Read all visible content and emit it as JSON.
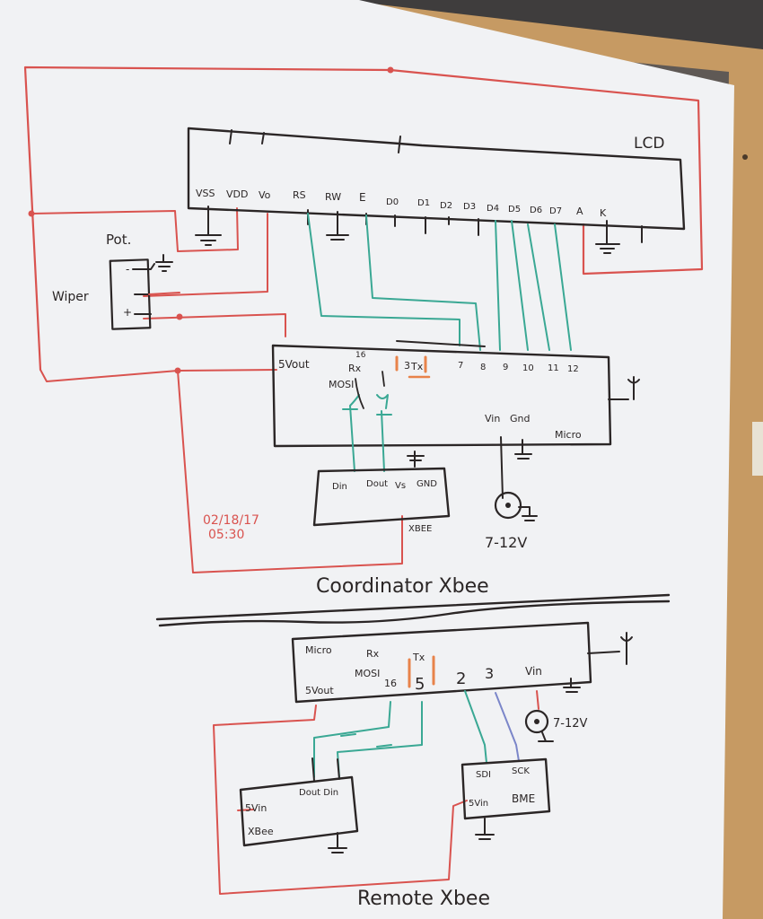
{
  "coordinator": {
    "lcd": {
      "title": "LCD",
      "pins": [
        "VSS",
        "VDD",
        "Vo",
        "RS",
        "RW",
        "E",
        "D0",
        "D1",
        "D2",
        "D3",
        "D4",
        "D5",
        "D6",
        "D7",
        "A",
        "K"
      ]
    },
    "pot": {
      "label": "Pot.",
      "wiper": "Wiper",
      "minus": "-",
      "plus": "+"
    },
    "micro": {
      "label": "Micro",
      "five_vout": "5Vout",
      "pin16": "16",
      "rx": "Rx",
      "mosi": "MOSI",
      "tx_pin": "3",
      "tx": "Tx",
      "pin7": "7",
      "pin8": "8",
      "pin9": "9",
      "pin10": "10",
      "pin11": "11",
      "pin12": "12",
      "vin": "Vin",
      "gnd": "Gnd"
    },
    "xbee": {
      "din": "Din",
      "dout": "Dout",
      "vs": "Vs",
      "gnd": "GND",
      "label": "XBEE"
    },
    "supply": "7-12V",
    "date": "02/18/17",
    "time": "05:30",
    "caption": "Coordinator Xbee"
  },
  "remote": {
    "micro": {
      "label": "Micro",
      "rx": "Rx",
      "mosi": "MOSI",
      "pin16": "16",
      "tx": "Tx",
      "pin5": "5",
      "pin2": "2",
      "pin3": "3",
      "vin": "Vin",
      "five_vout": "5Vout"
    },
    "supply": "7-12V",
    "xbee": {
      "dout_din": "Dout Din",
      "five_vin": "5Vin",
      "label": "XBee"
    },
    "bme": {
      "sdi": "SDI",
      "sck": "SCK",
      "five_vin": "5Vin",
      "label": "BME"
    },
    "caption": "Remote Xbee"
  },
  "colors": {
    "board": "#f3f4f6",
    "black_marker": "#2b2626",
    "red_marker": "#d9534f",
    "teal_marker": "#3aa894",
    "blue_marker": "#7b86c9",
    "orange_marker": "#e8834a",
    "frame": "#c69a63"
  }
}
